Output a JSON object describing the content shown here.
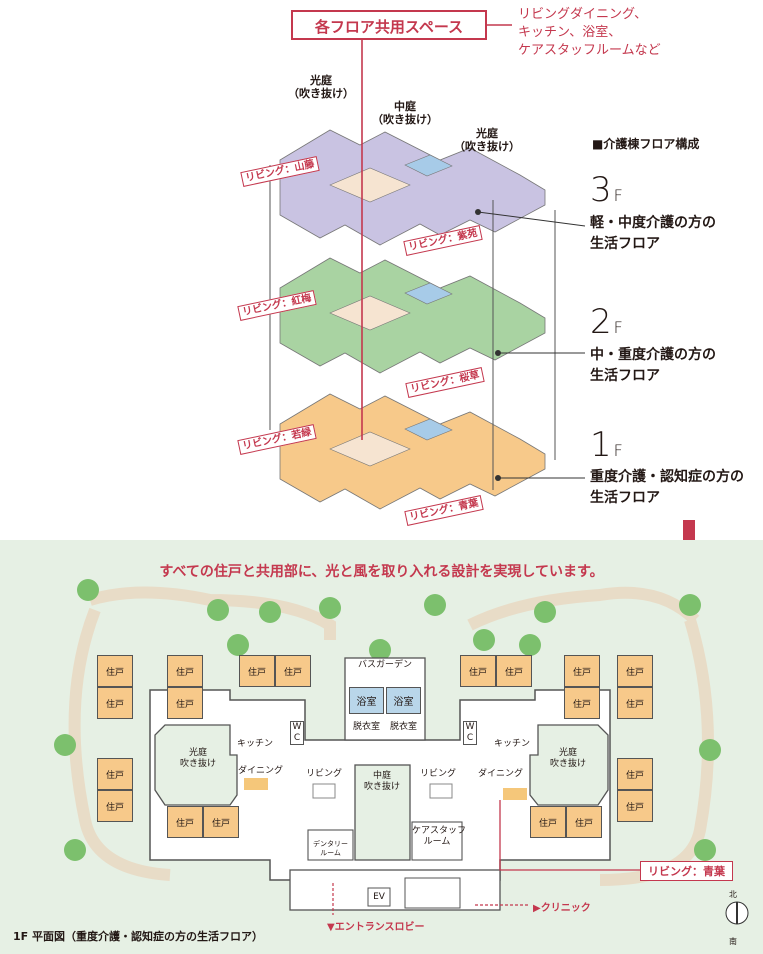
{
  "header": {
    "shared_space": "各フロア共用スペース",
    "shared_desc": [
      "リビングダイニング、",
      "キッチン、浴室、",
      "ケアスタッフルームなど"
    ]
  },
  "structure_title": "■介護棟フロア構成",
  "courtyards": {
    "left": [
      "光庭",
      "（吹き抜け）"
    ],
    "center": [
      "中庭",
      "（吹き抜け）"
    ],
    "right": [
      "光庭",
      "（吹き抜け）"
    ]
  },
  "floors": [
    {
      "num": "3",
      "unit": "F",
      "desc": [
        "軽・中度介護の方の",
        "生活フロア"
      ],
      "living_left": "リビング：山藤",
      "living_right": "リビング：紫苑",
      "color": "#c9c3e2"
    },
    {
      "num": "2",
      "unit": "F",
      "desc": [
        "中・重度介護の方の",
        "生活フロア"
      ],
      "living_left": "リビング：紅梅",
      "living_right": "リビング：桜草",
      "color": "#a9d3a2"
    },
    {
      "num": "1",
      "unit": "F",
      "desc": [
        "重度介護・認知症の方の",
        "生活フロア"
      ],
      "living_left": "リビング：若緑",
      "living_right": "リビング：青葉",
      "color": "#f7c98a"
    }
  ],
  "headline": "すべての住戸と共用部に、光と風を取り入れる設計を実現しています。",
  "plan": {
    "unit_label": "住戸",
    "bath_garden": "バスガーデン",
    "bath": "浴室",
    "dressing": "脱衣室",
    "wc": [
      "W",
      "C"
    ],
    "kitchen": "キッチン",
    "light_court": [
      "光庭",
      "吹き抜け"
    ],
    "center_court": [
      "中庭",
      "吹き抜け"
    ],
    "dining": "ダイニング",
    "living": "リビング",
    "staff_room": [
      "ケアスタッフ",
      "ルーム"
    ],
    "dental_room": [
      "デンタリー",
      "ルーム"
    ],
    "ev": "EV",
    "living_aoba": "リビング：青葉",
    "entrance": "▼エントランスロビー",
    "clinic": "▶クリニック",
    "compass_n": "北",
    "compass_s": "南"
  },
  "plan_caption": "1F 平面図（重度介護・認知症の方の生活フロア）",
  "colors": {
    "accent": "#c4384e",
    "unit": "#f7c98a",
    "bath": "#b9d6ea",
    "ground": "#e6f0e4",
    "tree": "#7cc06d"
  }
}
